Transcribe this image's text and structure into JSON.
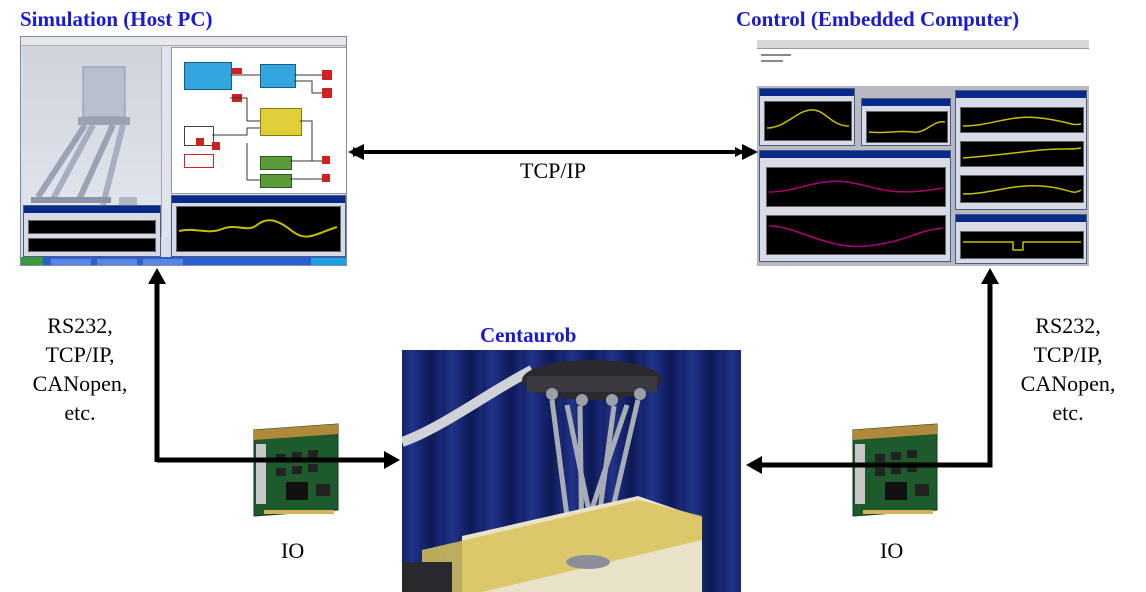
{
  "sim": {
    "title": "Simulation (Host PC)"
  },
  "ctrl": {
    "title": "Control (Embedded Computer)"
  },
  "link": {
    "protocol": "TCP/IP"
  },
  "left_protocols": [
    "RS232,",
    "TCP/IP,",
    "CANopen,",
    "etc."
  ],
  "right_protocols": [
    "RS232,",
    "TCP/IP,",
    "CANopen,",
    "etc."
  ],
  "robot": {
    "title": "Centaurob"
  },
  "io_left": {
    "label": "IO"
  },
  "io_right": {
    "label": "IO"
  },
  "colors": {
    "title": "#1a1ad6",
    "arrow": "#000000",
    "curtain": "#1b2a7a",
    "trace_yellow": "#c8c000",
    "trace_magenta": "#b0007a",
    "block_blue": "#33a6e0",
    "block_yellow": "#e0cf38",
    "block_green": "#5c9a3a"
  }
}
